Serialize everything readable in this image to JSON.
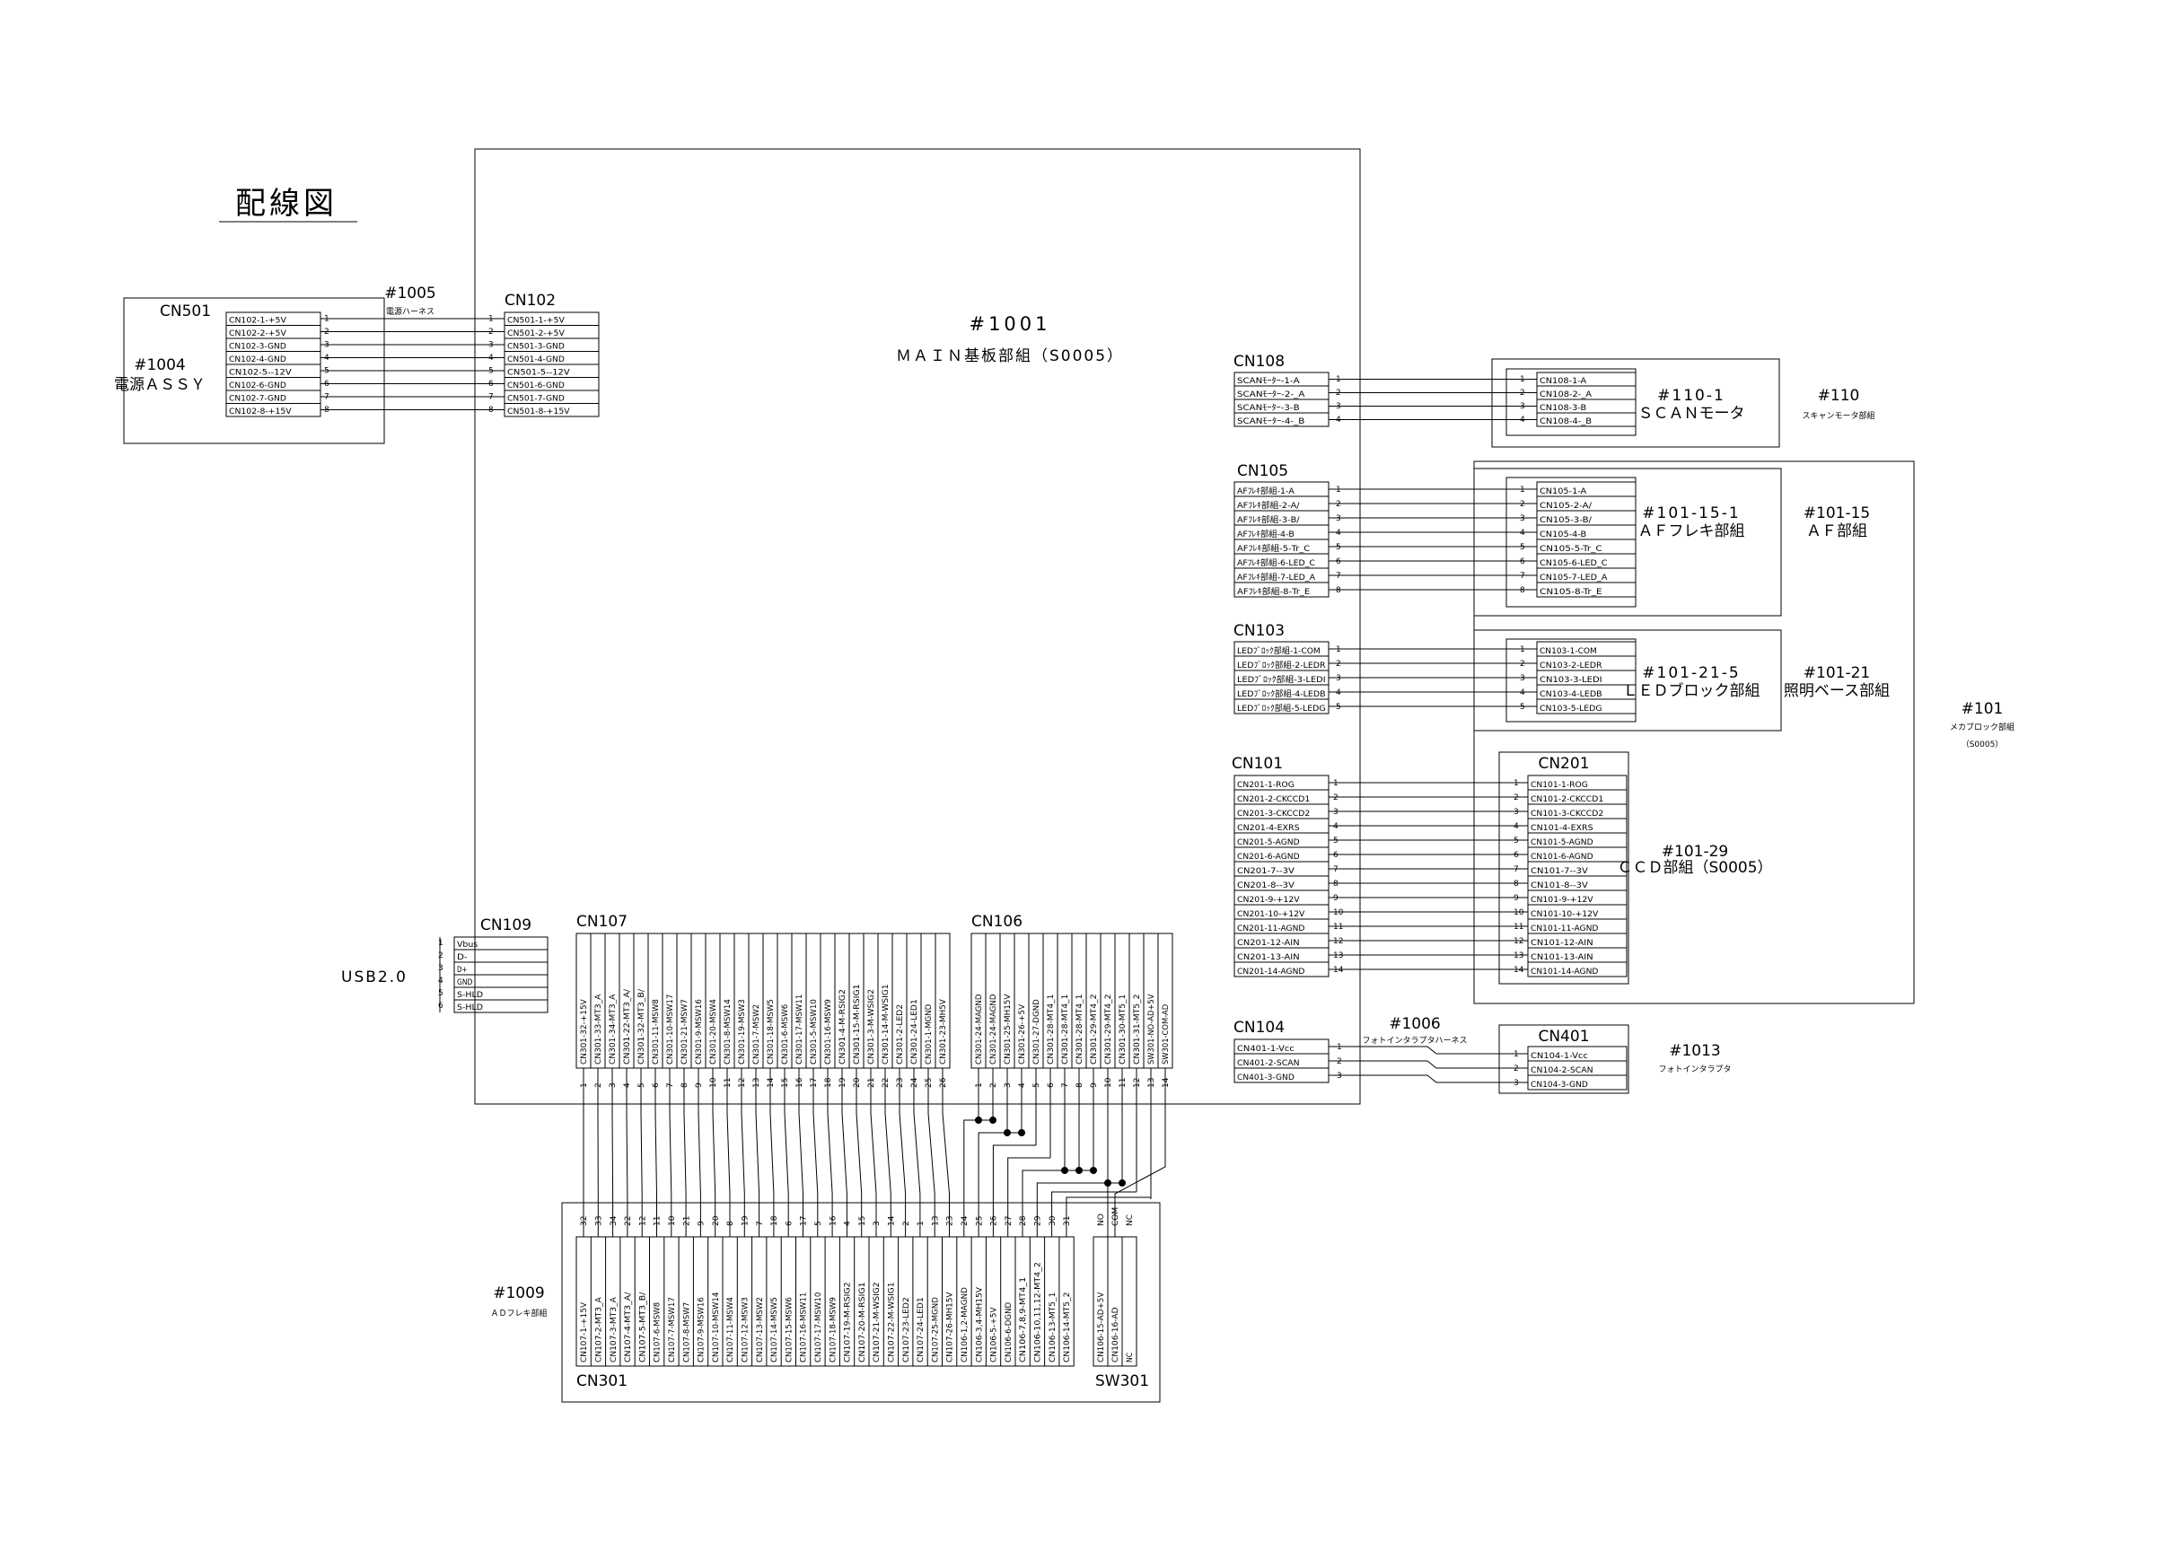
{
  "title": "配線図",
  "main_board": {
    "id": "#1001",
    "name": "ＭＡＩＮ基板部組（S0005）"
  },
  "power": {
    "id": "#1004",
    "name": "電源ＡＳＳＹ",
    "connector": "CN501"
  },
  "power_harness": {
    "id": "#1005",
    "name": "電源ハーネス"
  },
  "cn501_pins": [
    "CN102-1-+5V",
    "CN102-2-+5V",
    "CN102-3-GND",
    "CN102-4-GND",
    "CN102-5--12V",
    "CN102-6-GND",
    "CN102-7-GND",
    "CN102-8-+15V"
  ],
  "cn102": {
    "name": "CN102",
    "pins": [
      "CN501-1-+5V",
      "CN501-2-+5V",
      "CN501-3-GND",
      "CN501-4-GND",
      "CN501-5--12V",
      "CN501-6-GND",
      "CN501-7-GND",
      "CN501-8-+15V"
    ]
  },
  "cn108": {
    "name": "CN108",
    "pins": [
      "SCANﾓｰﾀｰ-1-A",
      "SCANﾓｰﾀｰ-2-_A",
      "SCANﾓｰﾀｰ-3-B",
      "SCANﾓｰﾀｰ-4-_B"
    ]
  },
  "scan_motor": {
    "id": "#110-1",
    "name": "ＳＣＡＮモータ",
    "pins": [
      "CN108-1-A",
      "CN108-2-_A",
      "CN108-3-B",
      "CN108-4-_B"
    ]
  },
  "scan_unit": {
    "id": "#110",
    "name": "スキャンモータ部組"
  },
  "cn105": {
    "name": "CN105",
    "pins": [
      "AFﾌﾚｷ部組-1-A",
      "AFﾌﾚｷ部組-2-A/",
      "AFﾌﾚｷ部組-3-B/",
      "AFﾌﾚｷ部組-4-B",
      "AFﾌﾚｷ部組-5-Tr_C",
      "AFﾌﾚｷ部組-6-LED_C",
      "AFﾌﾚｷ部組-7-LED_A",
      "AFﾌﾚｷ部組-8-Tr_E"
    ]
  },
  "af_flex": {
    "id": "#101-15-1",
    "name": "ＡＦフレキ部組",
    "pins": [
      "CN105-1-A",
      "CN105-2-A/",
      "CN105-3-B/",
      "CN105-4-B",
      "CN105-5-Tr_C",
      "CN105-6-LED_C",
      "CN105-7-LED_A",
      "CN105-8-Tr_E"
    ]
  },
  "af_unit": {
    "id": "#101-15",
    "name": "ＡＦ部組"
  },
  "cn103": {
    "name": "CN103",
    "pins": [
      "LEDﾌﾞﾛｯｸ部組-1-COM",
      "LEDﾌﾞﾛｯｸ部組-2-LEDR",
      "LEDﾌﾞﾛｯｸ部組-3-LEDI",
      "LEDﾌﾞﾛｯｸ部組-4-LEDB",
      "LEDﾌﾞﾛｯｸ部組-5-LEDG"
    ]
  },
  "led_block": {
    "id": "#101-21-5",
    "name": "ＬＥＤブロック部組",
    "pins": [
      "CN103-1-COM",
      "CN103-2-LEDR",
      "CN103-3-LEDI",
      "CN103-4-LEDB",
      "CN103-5-LEDG"
    ]
  },
  "light_base": {
    "id": "#101-21",
    "name": "照明ベース部組"
  },
  "mecha_block": {
    "id": "#101",
    "name": "メカブロック部組",
    "code": "（S0005）"
  },
  "cn101": {
    "name": "CN101",
    "pins": [
      "CN201-1-ROG",
      "CN201-2-CKCCD1",
      "CN201-3-CKCCD2",
      "CN201-4-EXRS",
      "CN201-5-AGND",
      "CN201-6-AGND",
      "CN201-7--3V",
      "CN201-8--3V",
      "CN201-9-+12V",
      "CN201-10-+12V",
      "CN201-11-AGND",
      "CN201-12-AIN",
      "CN201-13-AIN",
      "CN201-14-AGND"
    ]
  },
  "cn201": {
    "name": "CN201",
    "pins": [
      "CN101-1-ROG",
      "CN101-2-CKCCD1",
      "CN101-3-CKCCD2",
      "CN101-4-EXRS",
      "CN101-5-AGND",
      "CN101-6-AGND",
      "CN101-7--3V",
      "CN101-8--3V",
      "CN101-9-+12V",
      "CN101-10-+12V",
      "CN101-11-AGND",
      "CN101-12-AIN",
      "CN101-13-AIN",
      "CN101-14-AGND"
    ]
  },
  "ccd": {
    "id": "#101-29",
    "name": "ＣＣＤ部組（S0005）"
  },
  "cn104": {
    "name": "CN104",
    "pins": [
      "CN401-1-Vcc",
      "CN401-2-SCAN",
      "CN401-3-GND"
    ]
  },
  "photo_harness": {
    "id": "#1006",
    "name": "フォトインタラプタハーネス"
  },
  "cn401": {
    "name": "CN401",
    "pins": [
      "CN104-1-Vcc",
      "CN104-2-SCAN",
      "CN104-3-GND"
    ]
  },
  "photo_interrupter": {
    "id": "#1013",
    "name": "フォトインタラプタ"
  },
  "cn109": {
    "name": "CN109",
    "pins": [
      "Vbus",
      "D-",
      "D+",
      "GND",
      "S-HLD",
      "S-HLD"
    ]
  },
  "usb_label": "USB2.0",
  "cn107": {
    "name": "CN107",
    "pins": [
      "CN301-32-+15V",
      "CN301-33-MT3_A",
      "CN301-34-MT3_A",
      "CN301-22-MT3_A/",
      "CN301-32-MT3_B/",
      "CN301-11-MSW8",
      "CN301-10-MSW17",
      "CN301-21-MSW7",
      "CN301-9-MSW16",
      "CN301-20-MSW4",
      "CN301-8-MSW14",
      "CN301-19-MSW3",
      "CN301-7-MSW2",
      "CN301-18-MSW5",
      "CN301-6-MSW6",
      "CN301-17-MSW11",
      "CN301-5-MSW10",
      "CN301-16-MSW9",
      "CN301-4-M-RSIG2",
      "CN301-15-M-RSIG1",
      "CN301-3-M-WSIG2",
      "CN301-14-M-WSIG1",
      "CN301-2-LED2",
      "CN301-24-LED1",
      "CN301-1-MGND",
      "CN301-23-MH5V"
    ]
  },
  "cn106": {
    "name": "CN106",
    "pins": [
      "CN301-24-MAGND",
      "CN301-24-MAGND",
      "CN301-25-MH15V",
      "CN301-26-+5V",
      "CN301-27-DGND",
      "CN301-28-MT4_1",
      "CN301-28-MT4_1",
      "CN301-28-MT4_1",
      "CN301-29-MT4_2",
      "CN301-29-MT4_2",
      "CN301-30-MT5_1",
      "CN301-31-MT5_2",
      "SW301-NO-AD+5V",
      "SW301-COM-AD"
    ]
  },
  "cn301": {
    "name": "CN301",
    "pins": [
      "CN107-1-+15V",
      "CN107-2-MT3_A",
      "CN107-3-MT3_A",
      "CN107-4-MT3_A/",
      "CN107-5-MT3_B/",
      "CN107-6-MSW8",
      "CN107-7-MSW17",
      "CN107-8-MSW7",
      "CN107-9-MSW16",
      "CN107-10-MSW14",
      "CN107-11-MSW4",
      "CN107-12-MSW3",
      "CN107-13-MSW2",
      "CN107-14-MSW5",
      "CN107-15-MSW6",
      "CN107-16-MSW11",
      "CN107-17-MSW10",
      "CN107-18-MSW9",
      "CN107-19-M-RSIG2",
      "CN107-20-M-RSIG1",
      "CN107-21-M-WSIG2",
      "CN107-22-M-WSIG1",
      "CN107-23-LED2",
      "CN107-24-LED1",
      "CN107-25-MGND",
      "CN107-26-MH15V",
      "CN106-1,2-MAGND",
      "CN106-3,4-MH15V",
      "CN106-5-+5V",
      "CN106-6-DGND",
      "CN106-7,8,9-MT4_1",
      "CN106-10,11,12-MT4_2",
      "CN106-13-MT5_1",
      "CN106-14-MT5_2"
    ]
  },
  "sw301": {
    "name": "SW301",
    "pins": [
      "CN106-15-AD+5V",
      "CN106-16-AD",
      "NC"
    ],
    "terms": [
      "NO",
      "COM",
      "NC"
    ]
  },
  "ad_flex": {
    "id": "#1009",
    "name": "ＡＤフレキ部組"
  },
  "cn301_nums": [
    "32",
    "33",
    "34",
    "22",
    "12",
    "11",
    "10",
    "21",
    "9",
    "20",
    "8",
    "19",
    "7",
    "18",
    "6",
    "17",
    "5",
    "16",
    "4",
    "15",
    "3",
    "14",
    "2",
    "1",
    "13",
    "23",
    "24",
    "25",
    "26",
    "27",
    "28",
    "29",
    "30",
    "31"
  ]
}
